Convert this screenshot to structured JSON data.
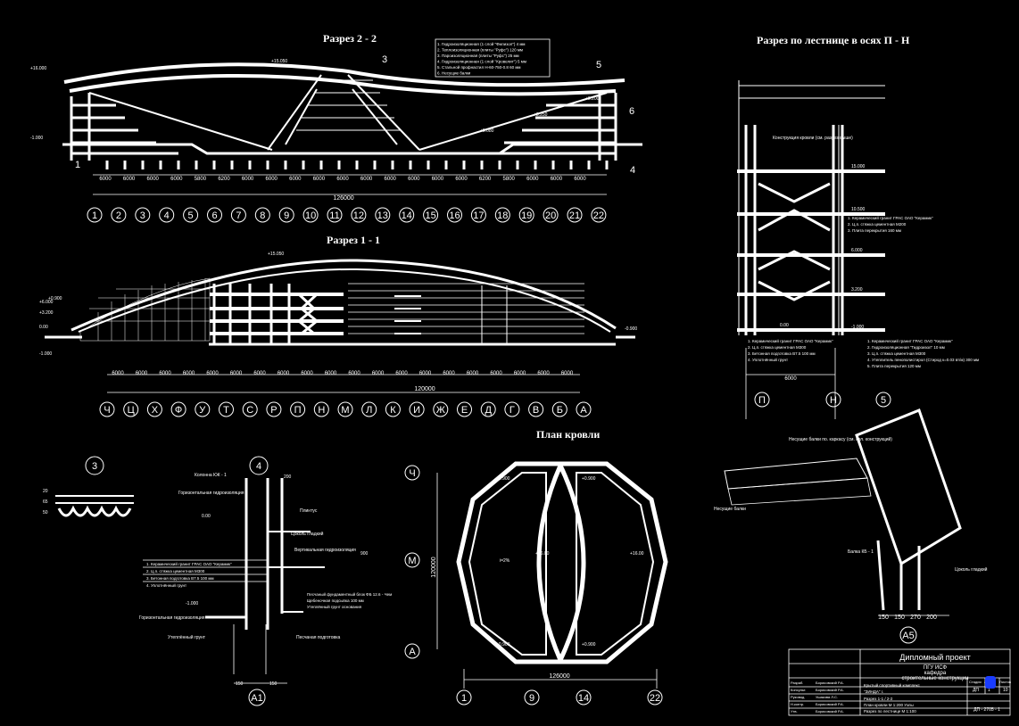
{
  "titles": {
    "section22": "Разрез 2 - 2",
    "section11": "Разрез 1 - 1",
    "stairSection": "Разрез по лестнице в осях П - Н",
    "roofPlan": "План кровли"
  },
  "section22": {
    "dims": [
      "6000",
      "6000",
      "6000",
      "6000",
      "5800",
      "6200",
      "6000",
      "6000",
      "6000",
      "6000",
      "6000",
      "6000",
      "6000",
      "6000",
      "6000",
      "6000",
      "6200",
      "5800",
      "6000",
      "6000",
      "6000"
    ],
    "total": "126000",
    "axes": [
      "1",
      "2",
      "3",
      "4",
      "5",
      "6",
      "7",
      "8",
      "9",
      "10",
      "11",
      "12",
      "13",
      "14",
      "15",
      "16",
      "17",
      "18",
      "19",
      "20",
      "21",
      "22"
    ],
    "levels": [
      "+16.000",
      "+15.050",
      "-1.000",
      "+8.250",
      "+9.080",
      "+3.200"
    ],
    "callouts": [
      "1",
      "3",
      "4",
      "5",
      "6"
    ],
    "legend": [
      "1. Гидроизоляционная (1 слой \"Филизол\") 4 мм",
      "2. Теплоизоляционная (плиты \"Руфс\") 120 мм",
      "3. Пароизоляционная (плиты \"Руфс\") 25 мм",
      "4. Гидроизоляционная (1 слой \"Кровелит\") 5 мм",
      "5. Стальной профнастил Н-60-750-0.8 60 мм",
      "6. Несущие балки"
    ]
  },
  "section11": {
    "dims": [
      "6000",
      "6000",
      "6000",
      "6000",
      "6000",
      "6000",
      "6000",
      "6000",
      "6000",
      "6000",
      "6000",
      "6000",
      "6000",
      "6000",
      "6000",
      "6000",
      "6000",
      "6000",
      "6000",
      "6000"
    ],
    "total": "120000",
    "axes": [
      "Ч",
      "Ц",
      "Х",
      "Ф",
      "У",
      "Т",
      "С",
      "Р",
      "П",
      "Н",
      "М",
      "Л",
      "К",
      "И",
      "Ж",
      "Е",
      "Д",
      "Г",
      "В",
      "Б",
      "А"
    ],
    "levels": [
      "+15.050",
      "+6.000",
      "+3.200",
      "0.00",
      "-1.000",
      "+0.900",
      "-0.900"
    ]
  },
  "stair": {
    "dim": "6000",
    "axes": [
      "П",
      "Н"
    ],
    "levels": [
      "15.000",
      "10.500",
      "6.000",
      "3.200",
      "0.00",
      "-1.000"
    ],
    "label_top": "Конструкция кровли (см. разрез выше)",
    "legend1": [
      "1. Керамический гранит ГРАС ОАО \"Керамик\"",
      "2. Ц.п. стяжка цементная М200",
      "3. Плита перекрытия 160 мм"
    ],
    "legend2": [
      "1. Керамический гранит ГРАС ОАО \"Керамик\"",
      "2. Ц.п. стяжка цементная М300",
      "3. Бетонная подготовка В7.5 100 мм",
      "4. Уплотнённый грунт"
    ],
    "legend3": [
      "1. Керамический гранит ГРАС ОАО \"Керамик\"",
      "2. Гидроизоляционная \"Гидроизол\" 10 мм",
      "3. Ц.п. стяжка цементная М300",
      "4. Утеплитель пенополистирол (Стирод к=0.03 вт/м) 300 мм",
      "5. Плита перекрытия 120 мм"
    ]
  },
  "node3": {
    "callout": "3",
    "dims": [
      "20",
      "65",
      "50"
    ]
  },
  "node4": {
    "callout": "4",
    "labels": [
      "Колонна КЖ - 1",
      "Горизонтальная гидроизоляция",
      "Плинтус",
      "Цоколь гладкий",
      "Вертикальная гидроизоляция",
      "Горизонтальная гидроизоляция",
      "Утеплённый грунт",
      "Песчаная подготовка"
    ],
    "dims": [
      "200",
      "0.00",
      "-1.000",
      "900",
      "150",
      "150"
    ],
    "legend": [
      "1. Керамический гранит ГРАС ОАО \"Керамик\"",
      "2. Ц.п. стяжка цементная М300",
      "3. Бетонная подготовка В7.5 100 мм",
      "4. Уплотнённый грунт"
    ],
    "legend2": [
      "Песчаный фундаментный блок ФБ 12.6 - Чем",
      "Щебеночная подсыпка 100 мм",
      "Утеплённый грунт основания"
    ],
    "axis": "А1"
  },
  "roofPlan": {
    "axesBottom": [
      "1",
      "9",
      "14",
      "22"
    ],
    "axesLeft": [
      "Ч",
      "М",
      "А"
    ],
    "dimBottom": "126000",
    "dimLeft": "120000",
    "levels": [
      "+0.900",
      "+0.900",
      "+0.900",
      "+0.900",
      "+16.00",
      "+16.00"
    ],
    "arrow": "i=2%"
  },
  "node5": {
    "callout": "5",
    "labels": [
      "Несущие балки",
      "Балка КБ - 1",
      "Цоколь гладкий",
      "Несущие балки по. каркасу (см. кол. конструкций)"
    ],
    "dims": [
      "150",
      "150",
      "270",
      "200"
    ],
    "axis": "А5"
  },
  "titleBlock": {
    "title": "Дипломный проект",
    "subtitle1": "ПГУ ИСФ",
    "subtitle2": "кафедра",
    "subtitle3": "строительные конструкции",
    "project": "Крытый спортивный комплекс",
    "city": "\"ЗИНДА\" г.",
    "sheets": [
      "Разрез 1-1 / 2-2",
      "План кровли  М 1:200  Узлы",
      "Разрез по лестнице  М 1:100"
    ],
    "code": "ДП - 2705 - 1",
    "roles": [
      "Разраб.",
      "Консульт.",
      "Руковод.",
      "Н.контр.",
      "Утв."
    ],
    "names": [
      "Борисовский Р.А.",
      "Борисовский Р.А.",
      "Ушакова Л.С.",
      "Борисовский Р.А.",
      "Борисовский Р.А."
    ],
    "stageLabels": [
      "Стадия",
      "Лист",
      "Листов"
    ],
    "stageValues": [
      "ДП",
      "1",
      "10"
    ]
  },
  "colors": {
    "background": "#000000",
    "lines": "#ffffff",
    "accent": "#1a3cff"
  }
}
